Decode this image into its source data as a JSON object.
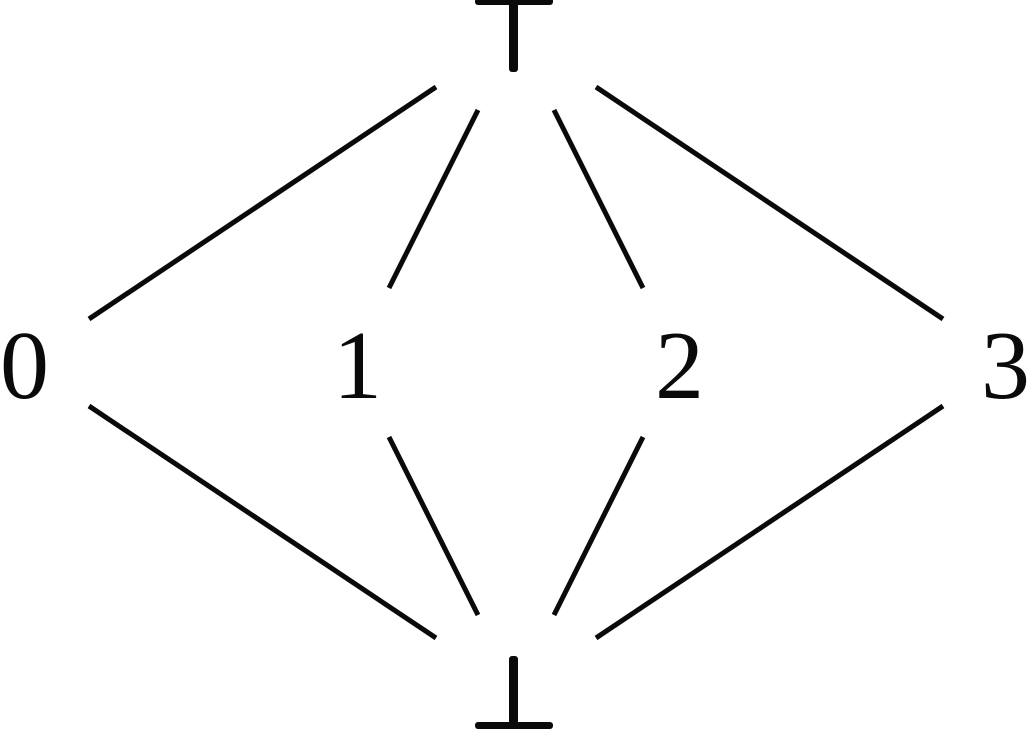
{
  "diagram": {
    "type": "hasse-lattice",
    "top": {
      "label": "⊤",
      "name": "top"
    },
    "bottom": {
      "label": "⊥",
      "name": "bottom"
    },
    "middle": [
      {
        "label": "0"
      },
      {
        "label": "1"
      },
      {
        "label": "2"
      },
      {
        "label": "3"
      }
    ],
    "edges": [
      [
        "⊤",
        "0"
      ],
      [
        "⊤",
        "1"
      ],
      [
        "⊤",
        "2"
      ],
      [
        "⊤",
        "3"
      ],
      [
        "0",
        "⊥"
      ],
      [
        "1",
        "⊥"
      ],
      [
        "2",
        "⊥"
      ],
      [
        "3",
        "⊥"
      ]
    ],
    "line_color": "#0a0a0a"
  }
}
